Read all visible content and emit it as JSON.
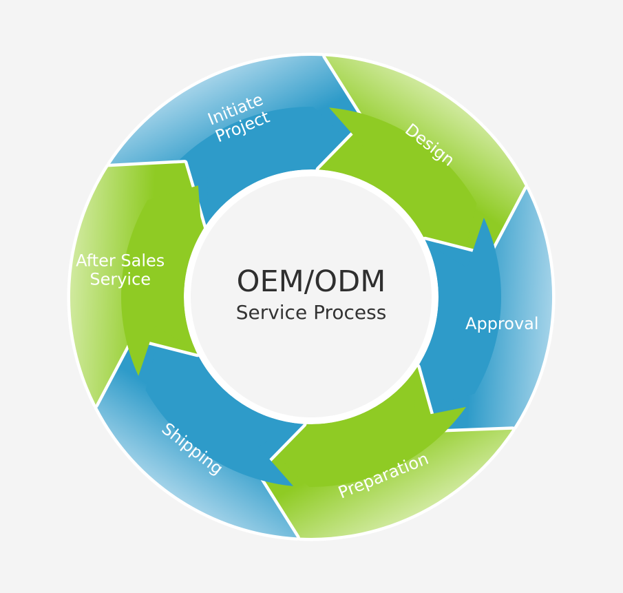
{
  "diagram": {
    "center": {
      "title": "OEM/ODM",
      "subtitle": "Service Process"
    },
    "steps": [
      {
        "label_lines": [
          "Initiate",
          "Project"
        ],
        "color": "#2e9bc9"
      },
      {
        "label_lines": [
          "Design"
        ],
        "color": "#8fcb24"
      },
      {
        "label_lines": [
          "Approval"
        ],
        "color": "#2e9bc9"
      },
      {
        "label_lines": [
          "Preparation"
        ],
        "color": "#8fcb24"
      },
      {
        "label_lines": [
          "Shipping"
        ],
        "color": "#2e9bc9"
      },
      {
        "label_lines": [
          "After Sales",
          "Seryice"
        ],
        "color": "#8fcb24"
      }
    ],
    "colors": {
      "background": "#f4f4f4",
      "blue": "#2e9bc9",
      "blue_light": "#a8d5ea",
      "green": "#8fcb24",
      "green_light": "#d3eba4",
      "center_fill": "#f4f4f4",
      "text_dark": "#2f2f2f",
      "text_light": "#ffffff"
    }
  }
}
